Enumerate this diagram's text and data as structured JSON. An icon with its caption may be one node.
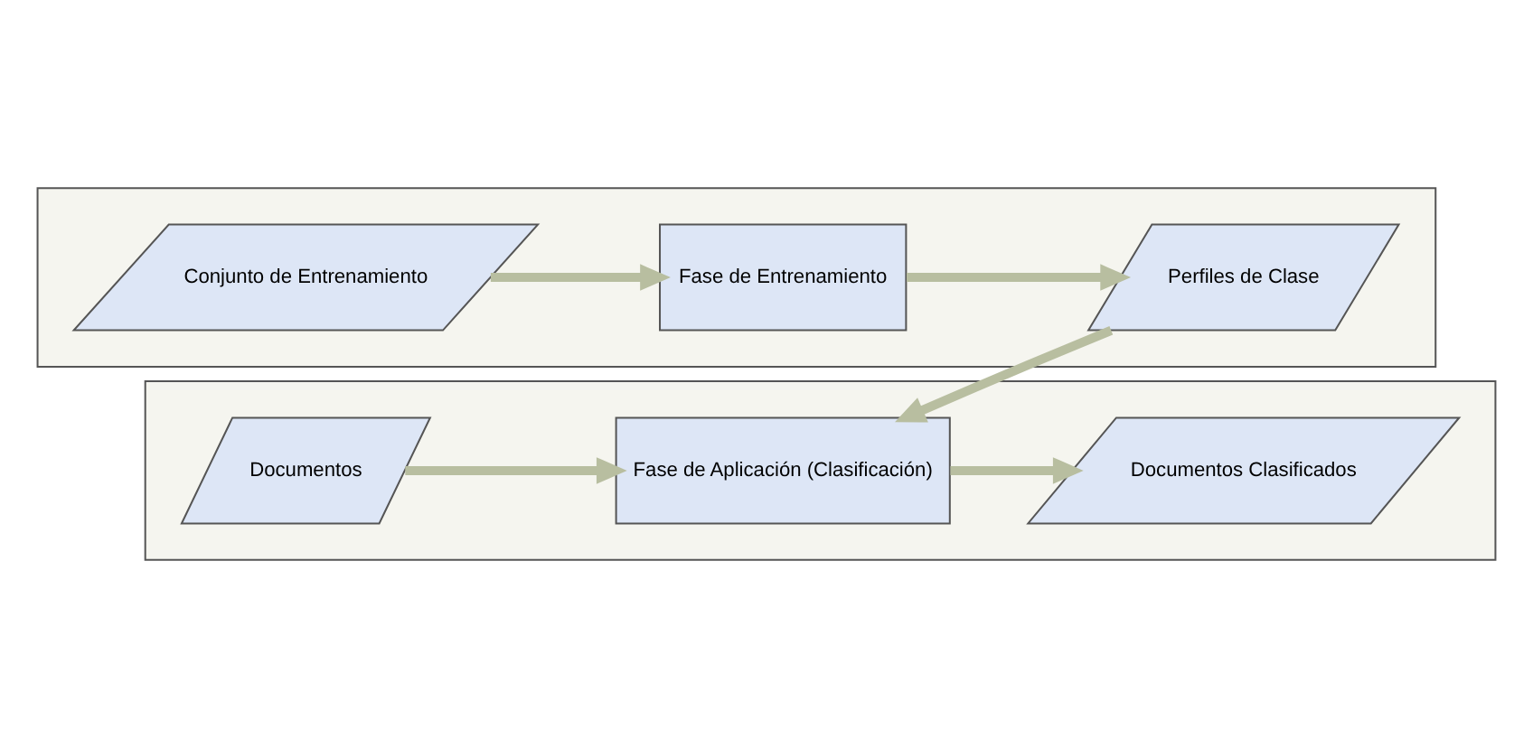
{
  "diagram": {
    "nodes": [
      {
        "text": [],
        "shape": "box"
      },
      {
        "text": [
          "Conjunto de Entrenamiento"
        ],
        "in": 0
      },
      {
        "text": [
          "Fase de Entrenamiento"
        ],
        "in": 0
      },
      {
        "text": [
          "Perfiles de Clase"
        ],
        "in": 0
      },
      {
        "text": [],
        "shape": "box"
      },
      {
        "text": [
          "Documentos"
        ],
        "in": 4
      },
      {
        "text": [
          "Fase de Aplicación (Clasificación)"
        ],
        "in": 4
      },
      {
        "text": [
          "Documentos Clasificados"
        ],
        "in": 4
      }
    ],
    "edges": [
      {
        "from": 1,
        "to": 2,
        "arrow": "to"
      },
      {
        "from": 2,
        "to": 3,
        "arrow": "to"
      },
      {
        "from": 3,
        "to": 6,
        "arrow": "to"
      },
      {
        "from": 5,
        "to": 6,
        "arrow": "to"
      },
      {
        "from": 6,
        "to": 7,
        "arrow": "to"
      }
    ]
  }
}
